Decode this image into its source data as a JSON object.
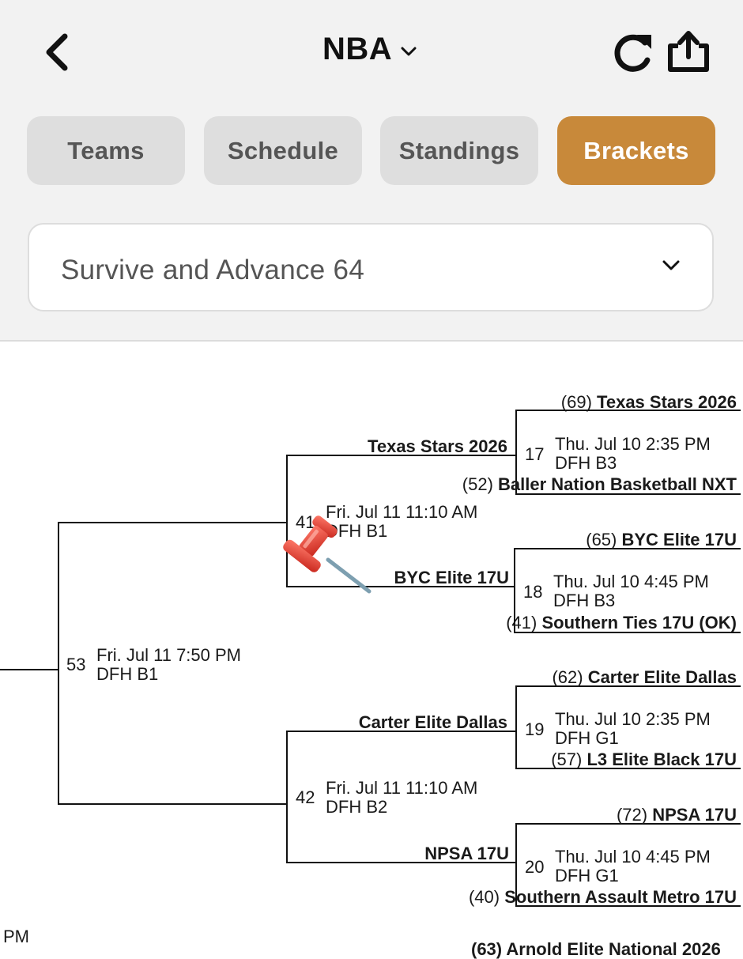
{
  "header": {
    "title": "NBA",
    "icons": {
      "back": "chevron-left-icon",
      "dropdown": "chevron-down-icon",
      "refresh": "refresh-icon",
      "share": "share-icon"
    }
  },
  "tabs": [
    {
      "label": "Teams",
      "active": false
    },
    {
      "label": "Schedule",
      "active": false
    },
    {
      "label": "Standings",
      "active": false
    },
    {
      "label": "Brackets",
      "active": true
    }
  ],
  "accent_color": "#c8893a",
  "bracket_select": {
    "value": "Survive and Advance 64"
  },
  "bracket": {
    "round1": [
      {
        "game": "17",
        "date": "Thu. Jul 10 2:35 PM",
        "court": "DFH B3",
        "top": {
          "seed": "(69)",
          "name": "Texas Stars 2026"
        },
        "bottom": {
          "seed": "(52)",
          "name": "Baller Nation Basketball NXT"
        }
      },
      {
        "game": "18",
        "date": "Thu. Jul 10 4:45 PM",
        "court": "DFH B3",
        "top": {
          "seed": "(65)",
          "name": "BYC Elite 17U"
        },
        "bottom": {
          "seed": "(41)",
          "name": "Southern Ties 17U (OK)"
        }
      },
      {
        "game": "19",
        "date": "Thu. Jul 10 2:35 PM",
        "court": "DFH G1",
        "top": {
          "seed": "(62)",
          "name": "Carter Elite Dallas"
        },
        "bottom": {
          "seed": "(57)",
          "name": "L3 Elite Black 17U"
        }
      },
      {
        "game": "20",
        "date": "Thu. Jul 10 4:45 PM",
        "court": "DFH G1",
        "top": {
          "seed": "(72)",
          "name": "NPSA 17U"
        },
        "bottom": {
          "seed": "(40)",
          "name": "Southern Assault Metro 17U"
        }
      }
    ],
    "round2": [
      {
        "game": "41",
        "date": "Fri. Jul 11 11:10 AM",
        "court": "DFH B1",
        "top": "Texas Stars 2026",
        "bottom": "BYC Elite 17U"
      },
      {
        "game": "42",
        "date": "Fri. Jul 11 11:10 AM",
        "court": "DFH B2",
        "top": "Carter Elite Dallas",
        "bottom": "NPSA 17U"
      }
    ],
    "round3": {
      "game": "53",
      "date": "Fri. Jul 11 7:50 PM",
      "court": "DFH B1"
    },
    "cutoff_text": "PM",
    "bottom_partial": "(63) Arnold Elite National 2026"
  },
  "overlay": {
    "icon": "pushpin-icon"
  }
}
